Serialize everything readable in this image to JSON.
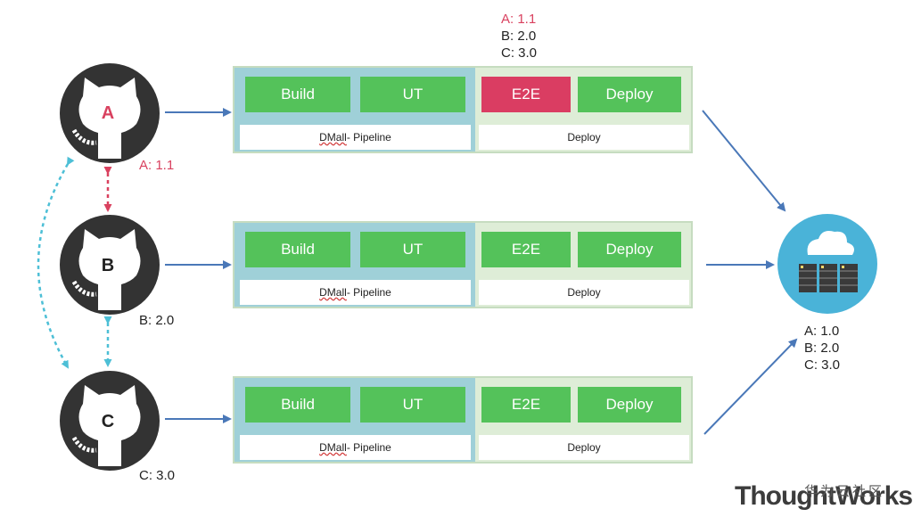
{
  "repos": [
    {
      "letter": "A",
      "version": "A: 1.1"
    },
    {
      "letter": "B",
      "version": "B: 2.0"
    },
    {
      "letter": "C",
      "version": "C: 3.0"
    }
  ],
  "top_versions": [
    "A: 1.1",
    "B: 2.0",
    "C: 3.0"
  ],
  "server_versions": [
    "A: 1.0",
    "B: 2.0",
    "C: 3.0"
  ],
  "pipeline": {
    "stages": [
      "Build",
      "UT",
      "E2E",
      "Deploy"
    ],
    "ci_label_main": "DMall",
    "ci_label_rest": " - Pipeline",
    "cd_label": "Deploy"
  },
  "colors": {
    "repo_dark": "#333333",
    "arrow_blue": "#4a78b8",
    "dash_pink": "#d9415f",
    "dash_teal": "#4dbfd6",
    "stage_green": "#54c25a",
    "stage_failed": "#da3d62",
    "ci_bg": "#9fd0d8",
    "cd_bg": "#deedd7",
    "server_bg": "#4ab3d8"
  },
  "failed_stage": {
    "pipeline": 0,
    "stage": "E2E"
  },
  "watermark": {
    "brand": "ThoughtWorks",
    "sub": "华为云社区"
  }
}
